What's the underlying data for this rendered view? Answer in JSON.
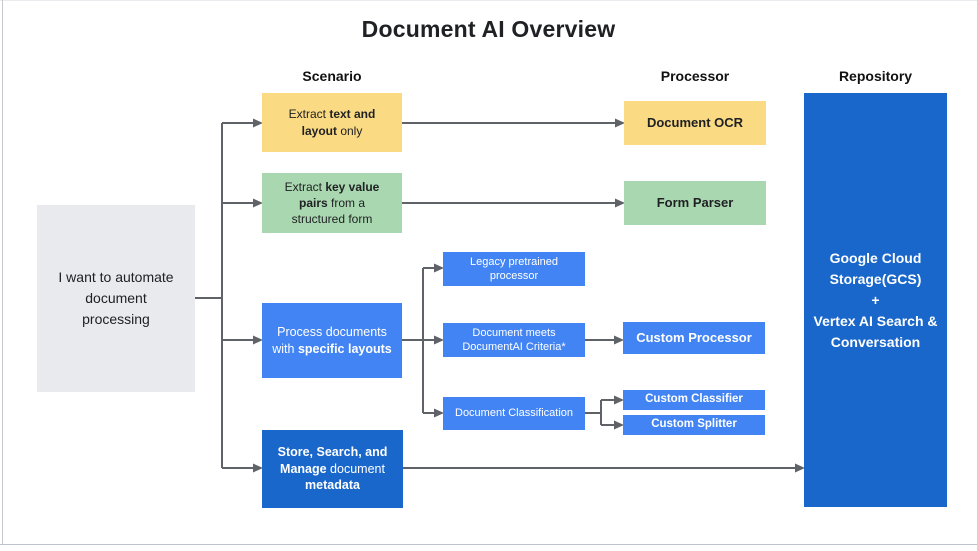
{
  "title": "Document AI Overview",
  "column_headers": {
    "scenario": "Scenario",
    "processor": "Processor",
    "repository": "Repository"
  },
  "root_box": {
    "segments": [
      {
        "t": "I want to automate document processing",
        "b": false
      }
    ]
  },
  "scenarios": {
    "extract_text": {
      "segments": [
        {
          "t": "Extract ",
          "b": false
        },
        {
          "t": "text and layout",
          "b": true
        },
        {
          "t": " only",
          "b": false
        }
      ]
    },
    "extract_kv": {
      "segments": [
        {
          "t": "Extract ",
          "b": false
        },
        {
          "t": "key value pairs",
          "b": true
        },
        {
          "t": " from a structured form",
          "b": false
        }
      ]
    },
    "specific_layouts": {
      "segments": [
        {
          "t": "Process documents with ",
          "b": false
        },
        {
          "t": "specific layouts",
          "b": true
        }
      ]
    },
    "store_search": {
      "segments": [
        {
          "t": "Store, Search, and Manage",
          "b": true
        },
        {
          "t": " document ",
          "b": false
        },
        {
          "t": "metadata",
          "b": true
        }
      ]
    }
  },
  "sub_scenarios": {
    "legacy": "Legacy pretrained processor",
    "meets_criteria": "Document meets DocumentAI Criteria*",
    "classification": "Document Classification"
  },
  "processors": {
    "document_ocr": "Document OCR",
    "form_parser": "Form Parser",
    "custom_processor": "Custom Processor",
    "custom_classifier": "Custom Classifier",
    "custom_splitter": "Custom Splitter"
  },
  "repository": {
    "lines": [
      "Google Cloud Storage(GCS)",
      "+",
      "Vertex AI Search & Conversation"
    ]
  },
  "colors": {
    "yellow": "#FADA82",
    "green": "#A9D8B0",
    "blue": "#4284F3",
    "dark_blue": "#1A67CB",
    "gray_box": "#E8EAED",
    "arrow": "#5F6368"
  }
}
